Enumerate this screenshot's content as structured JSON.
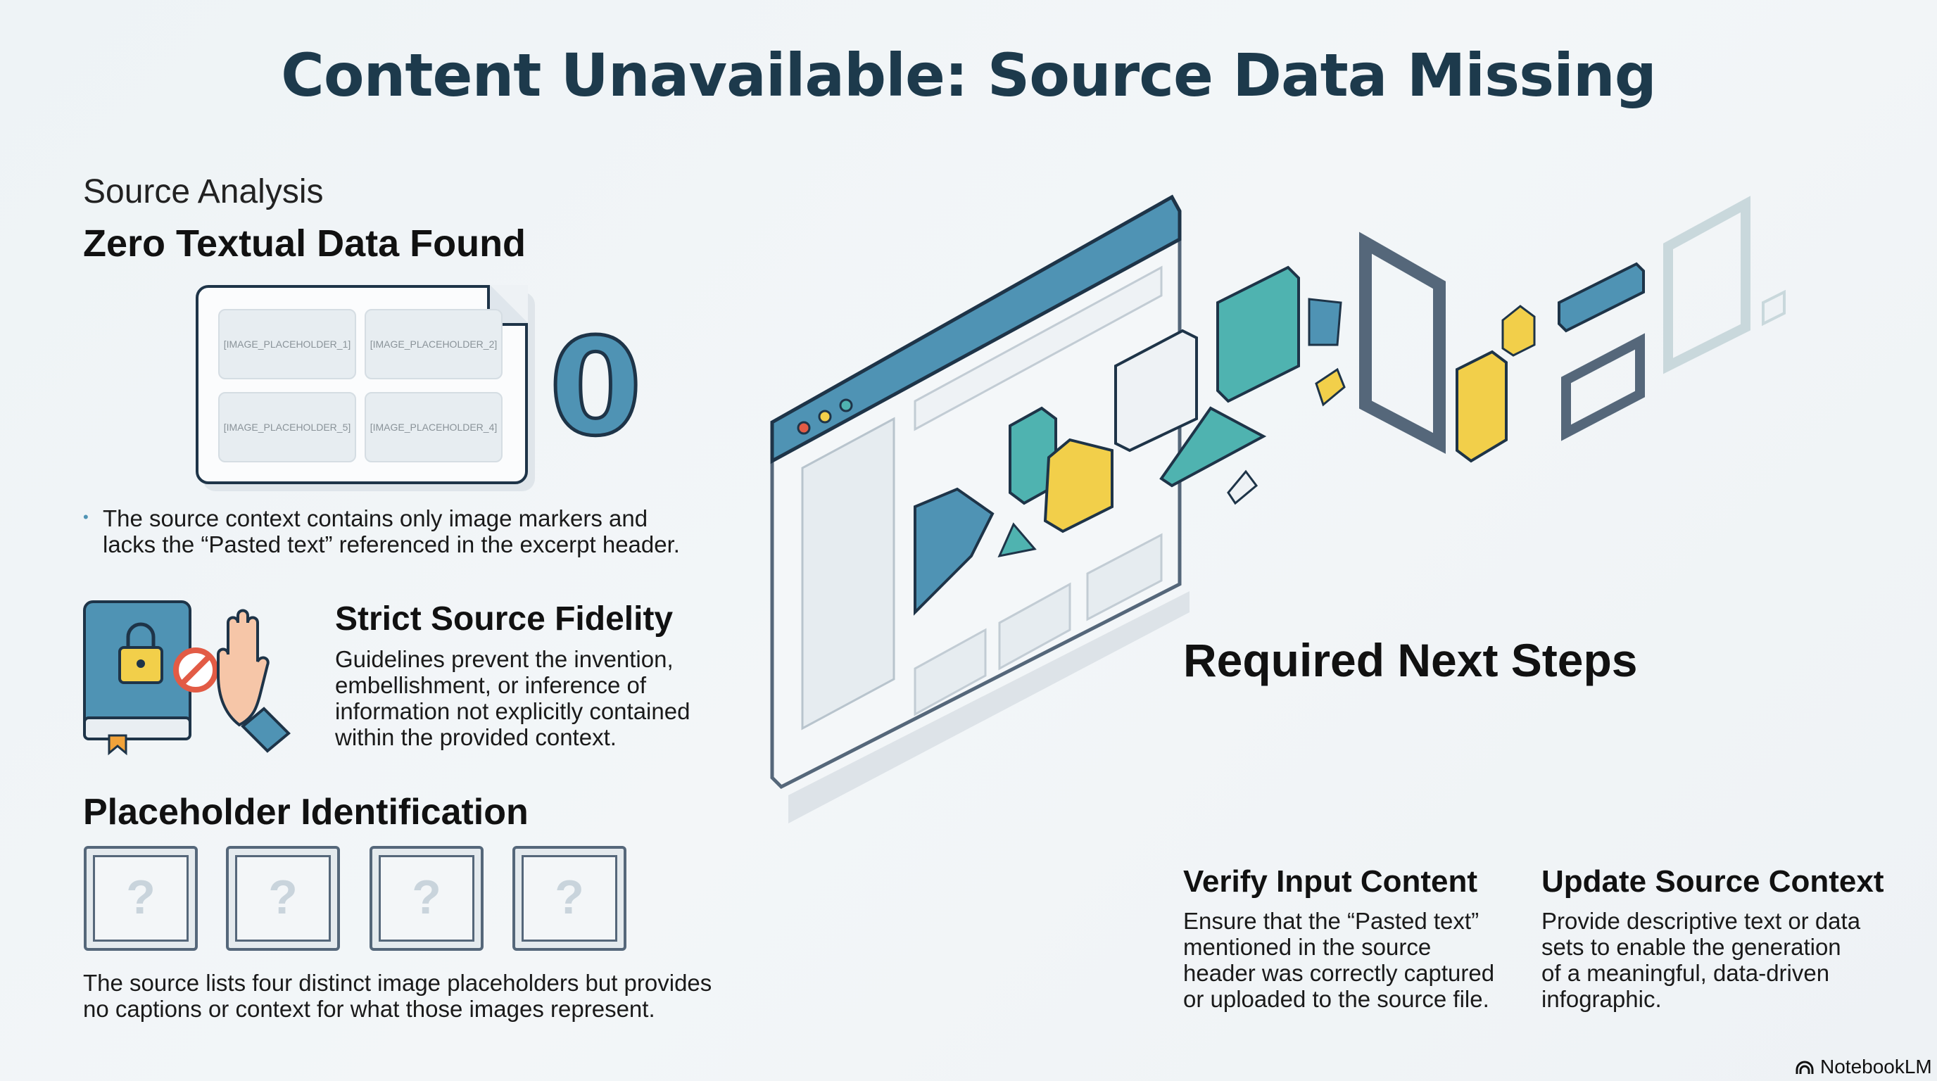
{
  "title": "Content Unavailable: Source Data Missing",
  "source_analysis": {
    "label": "Source Analysis",
    "heading": "Zero Textual Data Found",
    "placeholders": [
      "[IMAGE_PLACEHOLDER_1]",
      "[IMAGE_PLACEHOLDER_2]",
      "[IMAGE_PLACEHOLDER_5]",
      "[IMAGE_PLACEHOLDER_4]"
    ],
    "count": "0",
    "bullet": "The source context contains only image markers and lacks the “Pasted text” referenced in the excerpt header."
  },
  "fidelity": {
    "heading": "Strict Source Fidelity",
    "text": "Guidelines prevent the invention, embellishment, or inference of information not explicitly contained within the provided context."
  },
  "placeholder_id": {
    "heading": "Placeholder Identification",
    "marks": [
      "?",
      "?",
      "?",
      "?"
    ],
    "text": "The source lists four distinct image placeholders but provides no captions or context for what those images represent."
  },
  "next_steps": {
    "heading": "Required Next Steps",
    "steps": [
      {
        "title": "Verify Input Content",
        "text": "Ensure that the “Pasted text” mentioned in the source header was correctly captured or uploaded to the source file."
      },
      {
        "title": "Update Source Context",
        "text": "Provide descriptive text or data sets to enable the generation of a meaningful, data-driven infographic."
      }
    ]
  },
  "brand": "NotebookLM",
  "colors": {
    "teal": "#4fb3b0",
    "blue": "#4f93b4",
    "yellow": "#f2cf4a",
    "dark": "#1e3448"
  }
}
